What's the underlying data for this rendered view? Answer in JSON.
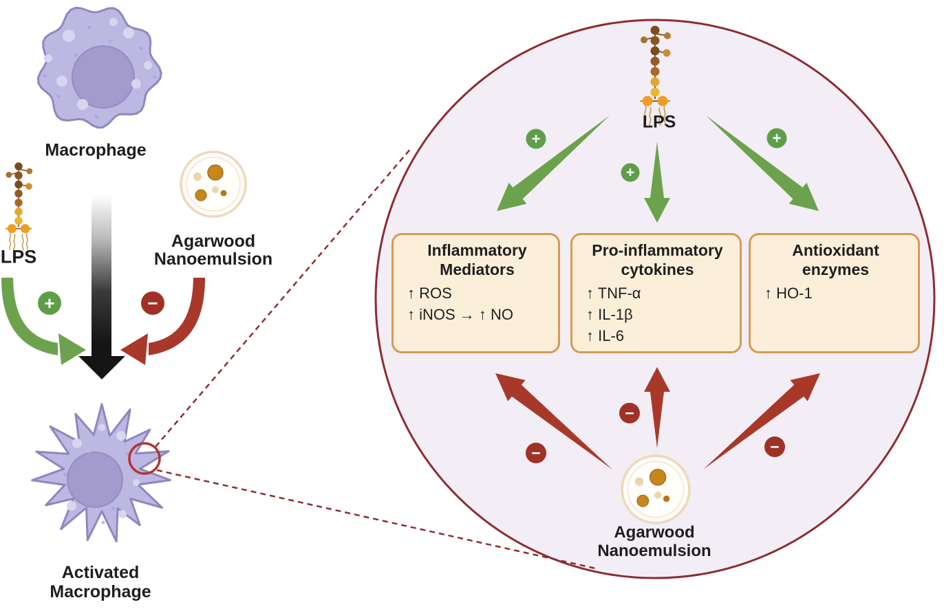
{
  "left_panel": {
    "macrophage_label": "Macrophage",
    "lps_label": "LPS",
    "nanoemulsion_label_line1": "Agarwood",
    "nanoemulsion_label_line2": "Nanoemulsion",
    "activated_label_line1": "Activated",
    "activated_label_line2": "Macrophage",
    "plus_sign": "+",
    "minus_sign": "−"
  },
  "zoom_view": {
    "lps_label": "LPS",
    "boxes": [
      {
        "title_line1": "Inflammatory",
        "title_line2": "Mediators",
        "items": [
          "↑ ROS",
          "↑ iNOS → ↑ NO"
        ]
      },
      {
        "title_line1": "Pro-inflammatory",
        "title_line2": "cytokines",
        "items": [
          "↑ TNF-α",
          "↑ IL-1β",
          "↑ IL-6"
        ]
      },
      {
        "title_line1": "Antioxidant",
        "title_line2": "enzymes",
        "items": [
          "↑ HO-1"
        ]
      }
    ],
    "nanoemulsion_label_line1": "Agarwood",
    "nanoemulsion_label_line2": "Nanoemulsion",
    "plus_sign": "+",
    "minus_sign": "−"
  },
  "colors": {
    "positive_green": "#6ca24d",
    "badge_green": "#5f9e49",
    "inhibit_red": "#a8392a",
    "badge_red": "#9f3126",
    "outline_maroon": "#8c2d32",
    "box_border": "#d59b52",
    "box_fill": "#fcefd9",
    "lens_fill": "#f3eef5",
    "cell_fill": "#bdb8e2",
    "cell_outline": "#8e87bf",
    "nucleus_fill": "#a29bcc",
    "text": "#1e1e1e"
  }
}
